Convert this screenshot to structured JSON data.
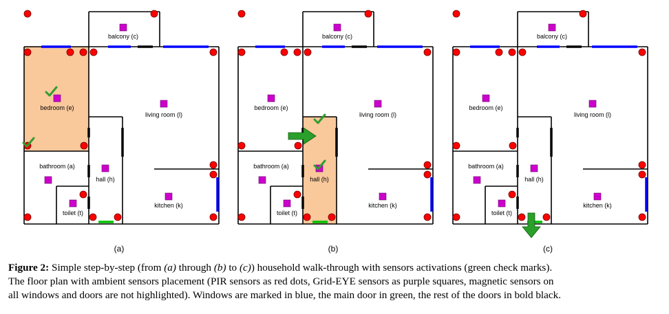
{
  "room_labels": {
    "balcony": "balcony (c)",
    "bedroom": "bedroom (e)",
    "living": "living room (l)",
    "bathroom": "bathroom (a)",
    "hall": "hall (h)",
    "kitchen": "kitchen (k)",
    "toilet": "toilet (t)"
  },
  "panels": [
    {
      "label": "(a)",
      "highlighted_rooms": [
        "bedroom"
      ],
      "check_marks": 2,
      "exit_arrow": false
    },
    {
      "label": "(b)",
      "highlighted_rooms": [
        "hall"
      ],
      "check_marks": 2,
      "exit_arrow": false
    },
    {
      "label": "(c)",
      "highlighted_rooms": [],
      "check_marks": 0,
      "exit_arrow": true
    }
  ],
  "caption": {
    "figure_label": "Figure 2:",
    "s1": " Simple step-by-step (from ",
    "a": "(a)",
    "s2": " through ",
    "b": "(b)",
    "s3": " to ",
    "c": "(c)",
    "s4": ") household walk-through with sensors activations (green check marks).",
    "line2": "The floor plan with ambient sensors placement (PIR sensors as red dots, Grid-EYE sensors as purple squares, magnetic sensors on",
    "line3": "all windows and doors are not highlighted). Windows are marked in blue, the main door in green, the rest of the doors in bold black."
  },
  "colors": {
    "wall": "#000000",
    "window": "#0000ff",
    "main_door": "#00c000",
    "pir_sensor": "#ff0000",
    "grid_eye_sensor": "#cc00cc",
    "highlight": "#f9c89b",
    "check_mark": "#2f9e2f"
  }
}
